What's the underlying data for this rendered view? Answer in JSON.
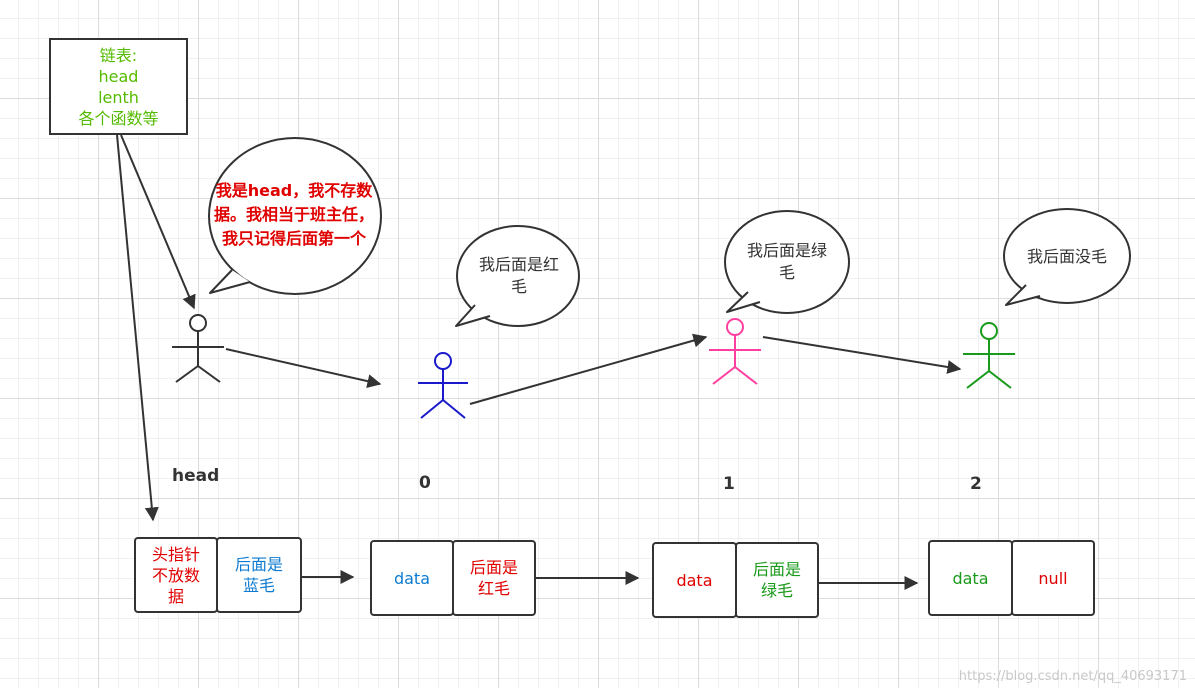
{
  "colors": {
    "green_text": "#55bb00",
    "red_text": "#e00000",
    "blue_text": "#0d7bd1",
    "dark": "#333333",
    "blue_person": "#1a1acc",
    "pink_person": "#ff3fa0",
    "green_person": "#1a9a1a"
  },
  "legend": {
    "lines": "链表:\nhead\nlenth\n各个函数等"
  },
  "bubbles": {
    "head": "我是head，我不存数据。我相当于班主任，我只记得后面第一个",
    "red": "我后面是红\n毛",
    "green": "我后面是绿\n毛",
    "last": "我后面没毛"
  },
  "labels": {
    "head": "head",
    "i0": "0",
    "i1": "1",
    "i2": "2"
  },
  "nodes": {
    "head_data": "头指针\n不放数\n据",
    "head_next": "后面是\n蓝毛",
    "n0_data": "data",
    "n0_next": "后面是\n红毛",
    "n1_data": "data",
    "n1_next": "后面是\n绿毛",
    "n2_data": "data",
    "n2_next": "null"
  },
  "watermark": "https://blog.csdn.net/qq_40693171"
}
